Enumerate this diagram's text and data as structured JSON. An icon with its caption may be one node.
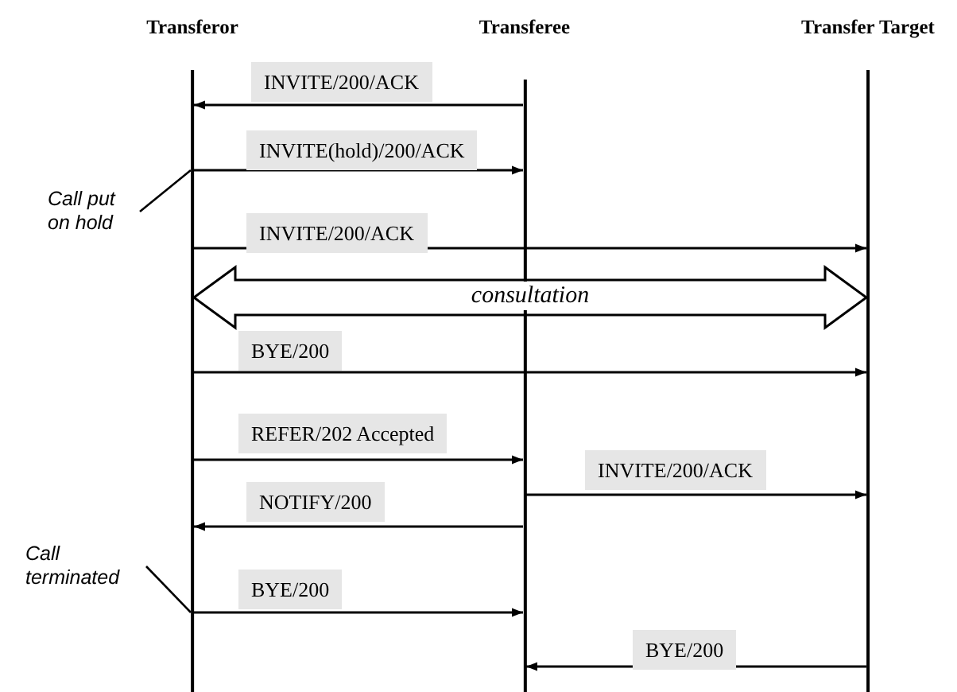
{
  "diagram": {
    "nodes": [
      {
        "text": [
          "Transferor"
        ]
      },
      {
        "text": [
          "Transferee"
        ]
      },
      {
        "text": [
          "Transfer Target"
        ]
      },
      {
        "text": [
          "Call put on hold"
        ]
      },
      {
        "text": [
          "Call terminated"
        ]
      }
    ],
    "edges": [
      {
        "from": 1,
        "to": 0,
        "arrow": "to",
        "label": "INVITE/200/ACK"
      },
      {
        "from": 0,
        "to": 1,
        "arrow": "to",
        "label": "INVITE(hold)/200/ACK"
      },
      {
        "from": 0,
        "to": 2,
        "arrow": "to",
        "label": "INVITE/200/ACK"
      },
      {
        "from": 0,
        "to": 2,
        "arrow": "both",
        "label": "consultation",
        "style": "thick"
      },
      {
        "from": 0,
        "to": 2,
        "arrow": "to",
        "label": "BYE/200"
      },
      {
        "from": 0,
        "to": 1,
        "arrow": "to",
        "label": "REFER/202 Accepted"
      },
      {
        "from": 1,
        "to": 2,
        "arrow": "to",
        "label": "INVITE/200/ACK"
      },
      {
        "from": 1,
        "to": 0,
        "arrow": "to",
        "label": "NOTIFY/200"
      },
      {
        "from": 0,
        "to": 1,
        "arrow": "to",
        "label": "BYE/200"
      },
      {
        "from": 2,
        "to": 1,
        "arrow": "to",
        "label": "BYE/200"
      },
      {
        "from": 3,
        "to": 0,
        "arrow": "none"
      },
      {
        "from": 4,
        "to": 0,
        "arrow": "none"
      }
    ]
  }
}
